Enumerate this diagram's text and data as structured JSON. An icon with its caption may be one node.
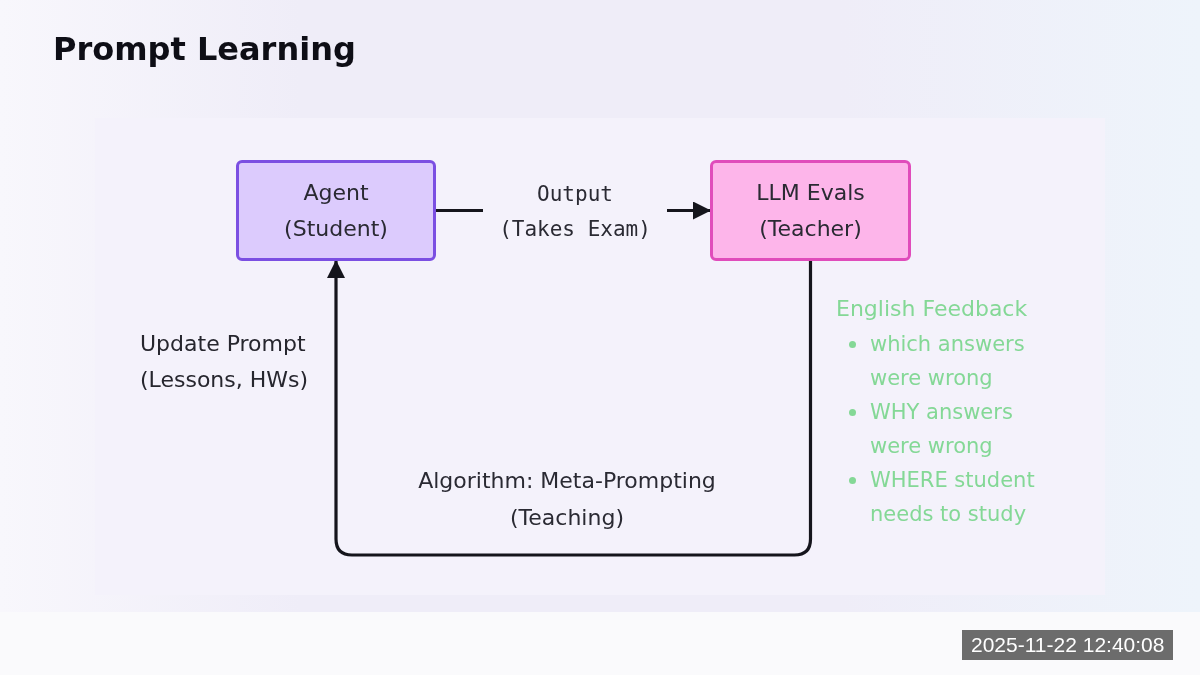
{
  "diagram": {
    "title": "Prompt Learning",
    "nodes": [
      {
        "text": [
          "Agent (Student)"
        ]
      },
      {
        "text": [
          "LLM Evals (Teacher)"
        ]
      }
    ],
    "edges": [
      {
        "from": 0,
        "to": 1,
        "arrow": "to",
        "label": "Output (Takes Exam)"
      },
      {
        "from": 1,
        "to": 0,
        "arrow": "to",
        "label": "Algorithm: Meta-Prompting (Teaching)"
      }
    ],
    "labels": [
      "Update Prompt (Lessons, HWs)",
      "English Feedback",
      "which answers were wrong",
      "WHY answers were wrong",
      "WHERE student needs to study",
      "2025-11-22 12:40:08"
    ]
  }
}
